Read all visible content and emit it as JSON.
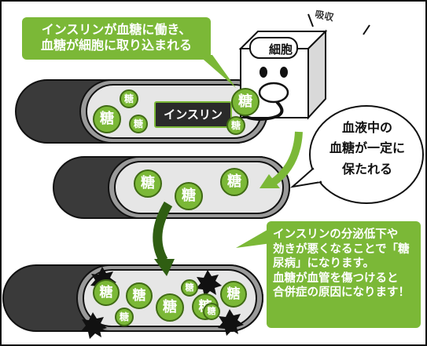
{
  "callout_top": {
    "lines": [
      "インスリンが血糖に働き、",
      "血糖が細胞に取り込まれる"
    ]
  },
  "cell": {
    "label": "細胞",
    "absorb_label": "吸収"
  },
  "insulin_label": "インスリン",
  "bubble": {
    "lines": [
      "血液中の",
      "血糖が一定に",
      "保たれる"
    ]
  },
  "callout_bottom": {
    "lines": [
      "インスリンの分泌低下や",
      "効きが悪くなることで「糖",
      "尿病」になります。",
      "血糖が血管を傷つけると",
      "合併症の原因になります！"
    ]
  },
  "sugar_label": "糖",
  "colors": {
    "green": "#7bb837",
    "dark_green": "#3f6a14",
    "vessel": "#333333"
  }
}
